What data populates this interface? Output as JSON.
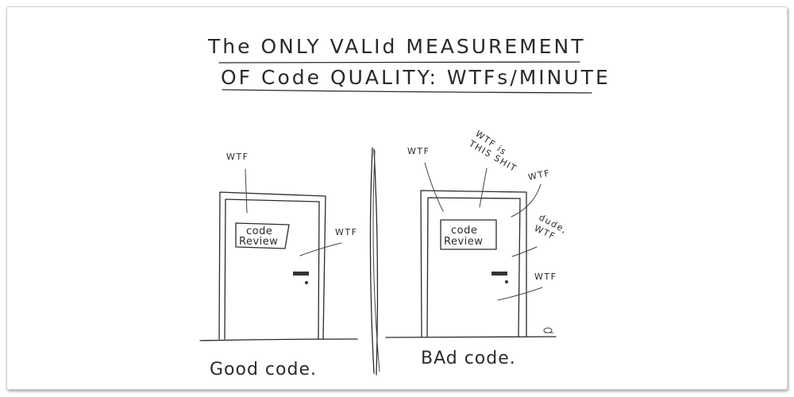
{
  "comic": {
    "title_line1": "The ONLY VALId MEASUREMENT",
    "title_line2": "OF Code QUALITY: WTFs/MINUTE",
    "ink_color": "#2a2a2a",
    "background_color": "#ffffff",
    "left_panel": {
      "sign_line1": "code",
      "sign_line2": "Review",
      "remarks": [
        "WTF",
        "WTF"
      ],
      "caption": "Good code."
    },
    "right_panel": {
      "sign_line1": "code",
      "sign_line2": "Review",
      "remarks": [
        "WTF",
        "WTF is",
        "THIS SHIT",
        "WTF",
        "dude,",
        "WTF",
        "WTF"
      ],
      "caption": "BAd code."
    }
  }
}
